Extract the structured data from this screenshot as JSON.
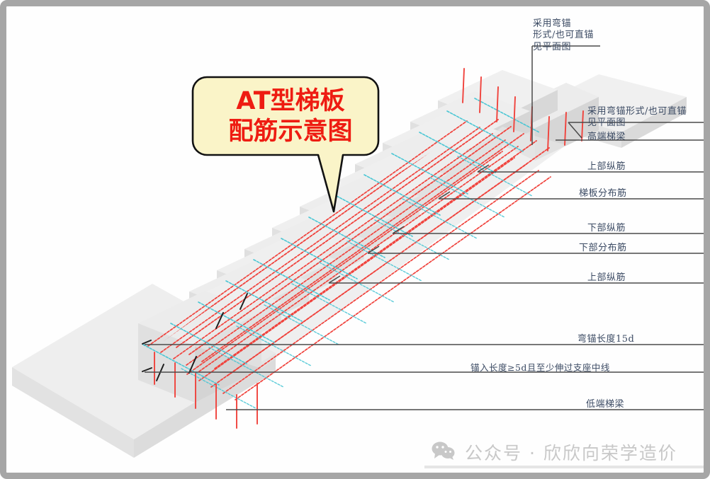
{
  "document": {
    "title": "AT型梯板配筋示意图",
    "frame_color": "#a6a6a6",
    "background_color": "#fefefe"
  },
  "callout": {
    "line1": "AT型梯板",
    "line2": "配筋示意图",
    "text_color": "#ee1c12",
    "fill_color": "#faf4c8",
    "border_color": "#1a1a1a"
  },
  "labels": {
    "top_anchor": {
      "line1": "采用弯锚",
      "line2": "形式/也可直锚",
      "line3": "见平面图"
    },
    "high_anchor": {
      "line1": "采用弯锚形式/也可直锚",
      "line2": "见平面图"
    },
    "high_beam": "高端梯梁",
    "upper_longitudinal_1": "上部纵筋",
    "slab_distribution": "梯板分布筋",
    "lower_longitudinal": "下部纵筋",
    "lower_distribution": "下部分布筋",
    "upper_longitudinal_2": "上部纵筋",
    "bend_anchor_length": "弯锚长度15d",
    "embed_length": "锚入长度≥5d且至少伸过支座中线",
    "low_beam": "低端梯梁"
  },
  "watermark": {
    "icon": "wechat-icon",
    "text": "公众号 · 欣欣向荣学造价",
    "color": "#c8c8c8"
  },
  "drawing": {
    "type": "3d-isometric-stair-rebar-diagram",
    "rebar_main_color": "#f0423c",
    "rebar_distribution_color": "#49c6d4",
    "concrete_top_color": "#eaeaea",
    "concrete_side_color": "#dcdcdc",
    "concrete_shadow_color": "#d2d2d2",
    "leader_line_color": "#4a4a4a",
    "step_count": 11,
    "landing_low": "low-end landing slab",
    "landing_high": "high-end landing slab"
  }
}
